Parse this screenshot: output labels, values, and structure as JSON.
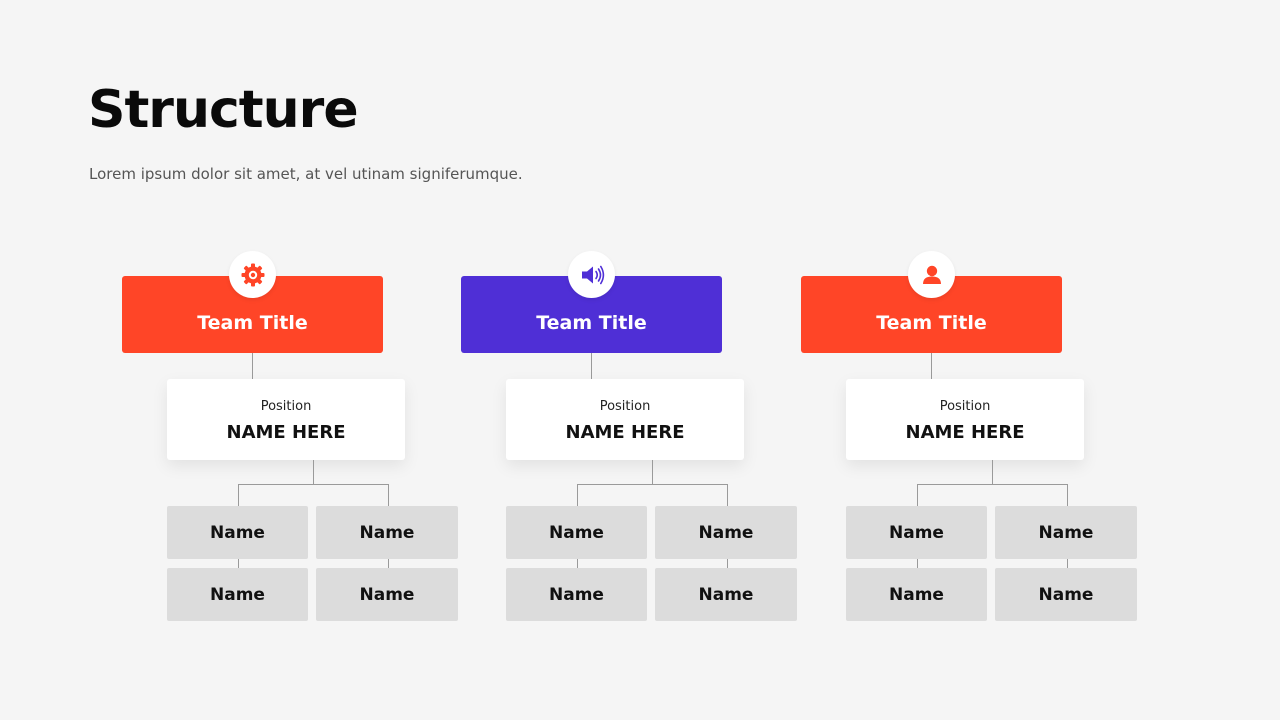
{
  "title": "Structure",
  "subtitle": "Lorem ipsum dolor sit amet, at vel utinam signiferumque.",
  "colors": {
    "background": "#f5f5f5",
    "orange": "#ff4527",
    "purple": "#4f2fd6",
    "member_box": "#dcdcdc",
    "connector": "#9a9a9a"
  },
  "teams": [
    {
      "title": "Team Title",
      "color": "#ff4527",
      "icon": "gear-icon",
      "position": "Position",
      "name": "NAME HERE",
      "members": [
        "Name",
        "Name",
        "Name",
        "Name"
      ]
    },
    {
      "title": "Team Title",
      "color": "#4f2fd6",
      "icon": "speaker-icon",
      "position": "Position",
      "name": "NAME HERE",
      "members": [
        "Name",
        "Name",
        "Name",
        "Name"
      ]
    },
    {
      "title": "Team Title",
      "color": "#ff4527",
      "icon": "user-icon",
      "position": "Position",
      "name": "NAME HERE",
      "members": [
        "Name",
        "Name",
        "Name",
        "Name"
      ]
    }
  ]
}
